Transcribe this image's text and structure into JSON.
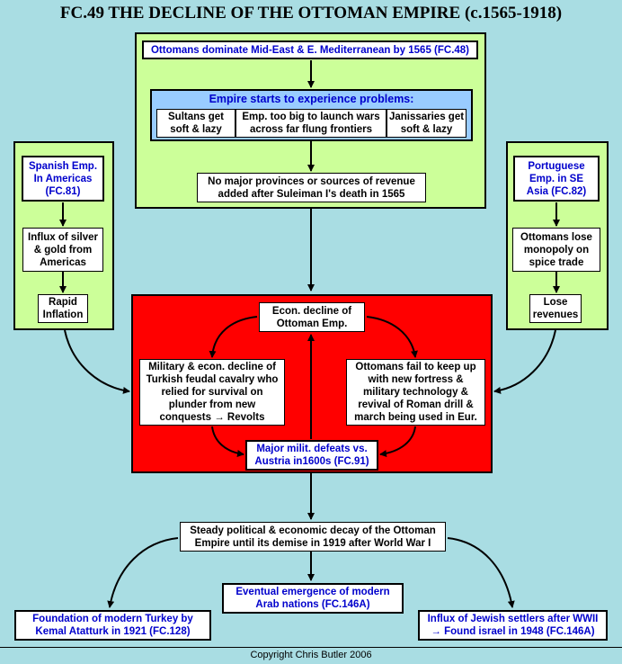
{
  "title": "FC.49 THE DECLINE OF THE OTTOMAN EMPIRE (c.1565-1918)",
  "top": {
    "dominate": "Ottomans dominate Mid-East & E. Mediterranean by 1565 (FC.48)",
    "problems_title": "Empire starts to experience problems:",
    "problems": [
      "Sultans get soft & lazy",
      "Emp. too big to launch wars across far flung frontiers",
      "Janissaries get soft & lazy"
    ],
    "no_provinces": "No major provinces or sources of revenue added after Suleiman I's death in 1565"
  },
  "left": {
    "spanish": "Spanish Emp. In Americas (FC.81)",
    "silver": "Influx of silver & gold from Americas",
    "inflation": "Rapid Inflation"
  },
  "right": {
    "portuguese": "Portuguese Emp. in SE Asia (FC.82)",
    "monopoly": "Ottomans lose monopoly on spice trade",
    "revenues": "Lose revenues"
  },
  "center": {
    "econ_decline": "Econ. decline of Ottoman Emp.",
    "cavalry": "Military & econ. decline of Turkish feudal cavalry who relied for survival on plunder from new conquests → Revolts",
    "technology": "Ottomans fail to keep up with new fortress & military technology & revival of Roman drill & march being used in Eur.",
    "defeats": "Major milit. defeats vs. Austria in1600s (FC.91)"
  },
  "bottom": {
    "decay": "Steady political & economic decay of the Ottoman Empire until its demise in 1919 after World War I",
    "turkey": "Foundation of modern Turkey by Kemal Atatturk in 1921 (FC.128)",
    "arab": "Eventual emergence of modern Arab nations (FC.146A)",
    "israel": "Influx of Jewish settlers after WWII → Found israel in 1948 (FC.146A)"
  },
  "copyright": "Copyright Chris Butler 2006"
}
